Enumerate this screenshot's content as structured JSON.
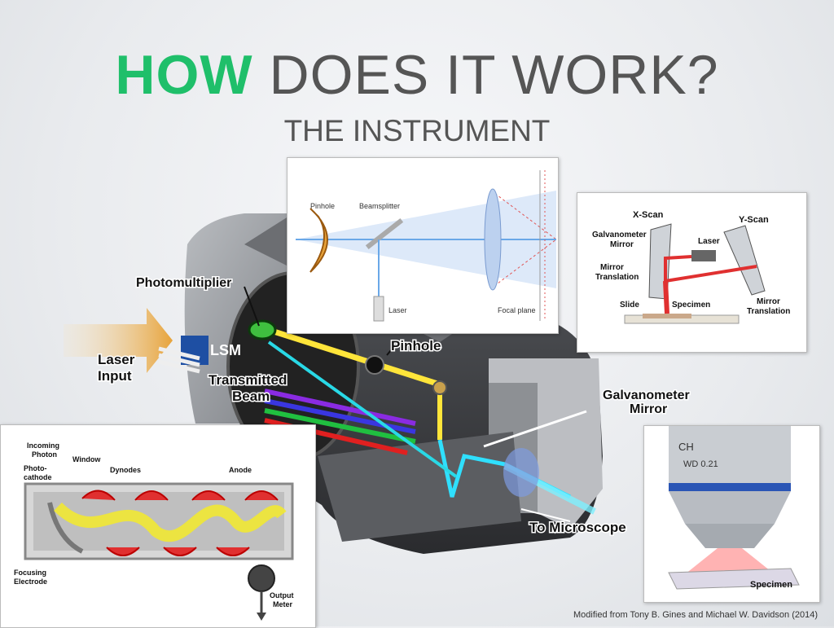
{
  "title": {
    "highlight": "HOW",
    "rest": "DOES IT WORK?"
  },
  "subtitle": "THE INSTRUMENT",
  "colors": {
    "highlight": "#1fbf6a",
    "text": "#555555"
  },
  "main_labels": {
    "photomultiplier": "Photomultiplier",
    "laser_input_1": "Laser",
    "laser_input_2": "Input",
    "transmitted_1": "Transmitted",
    "transmitted_2": "Beam",
    "pinhole": "Pinhole",
    "galvo_1": "Galvanometer",
    "galvo_2": "Mirror",
    "to_microscope": "To Microscope",
    "brand": "LSM"
  },
  "pinhole_panel": {
    "pinhole": "Pinhole",
    "beamsplitter": "Beamsplitter",
    "laser": "Laser",
    "focal_plane": "Focal plane"
  },
  "scan_panel": {
    "x_scan": "X-Scan",
    "y_scan": "Y-Scan",
    "galvo_1": "Galvanometer",
    "galvo_2": "Mirror",
    "laser": "Laser",
    "mirror_translation_left_1": "Mirror",
    "mirror_translation_left_2": "Translation",
    "slide": "Slide",
    "specimen": "Specimen",
    "mirror_translation_right_1": "Mirror",
    "mirror_translation_right_2": "Translation"
  },
  "pmt_panel": {
    "incoming_1": "Incoming",
    "incoming_2": "Photon",
    "window": "Window",
    "photocathode_1": "Photo-",
    "photocathode_2": "cathode",
    "dynodes": "Dynodes",
    "anode": "Anode",
    "focusing_1": "Focusing",
    "focusing_2": "Electrode",
    "output_1": "Output",
    "output_2": "Meter"
  },
  "objective_panel": {
    "engraving_1": "CH",
    "engraving_2": "WD 0.21",
    "specimen": "Specimen"
  },
  "credit": "Modified from Tony B. Gines and  Michael W. Davidson (2014)"
}
